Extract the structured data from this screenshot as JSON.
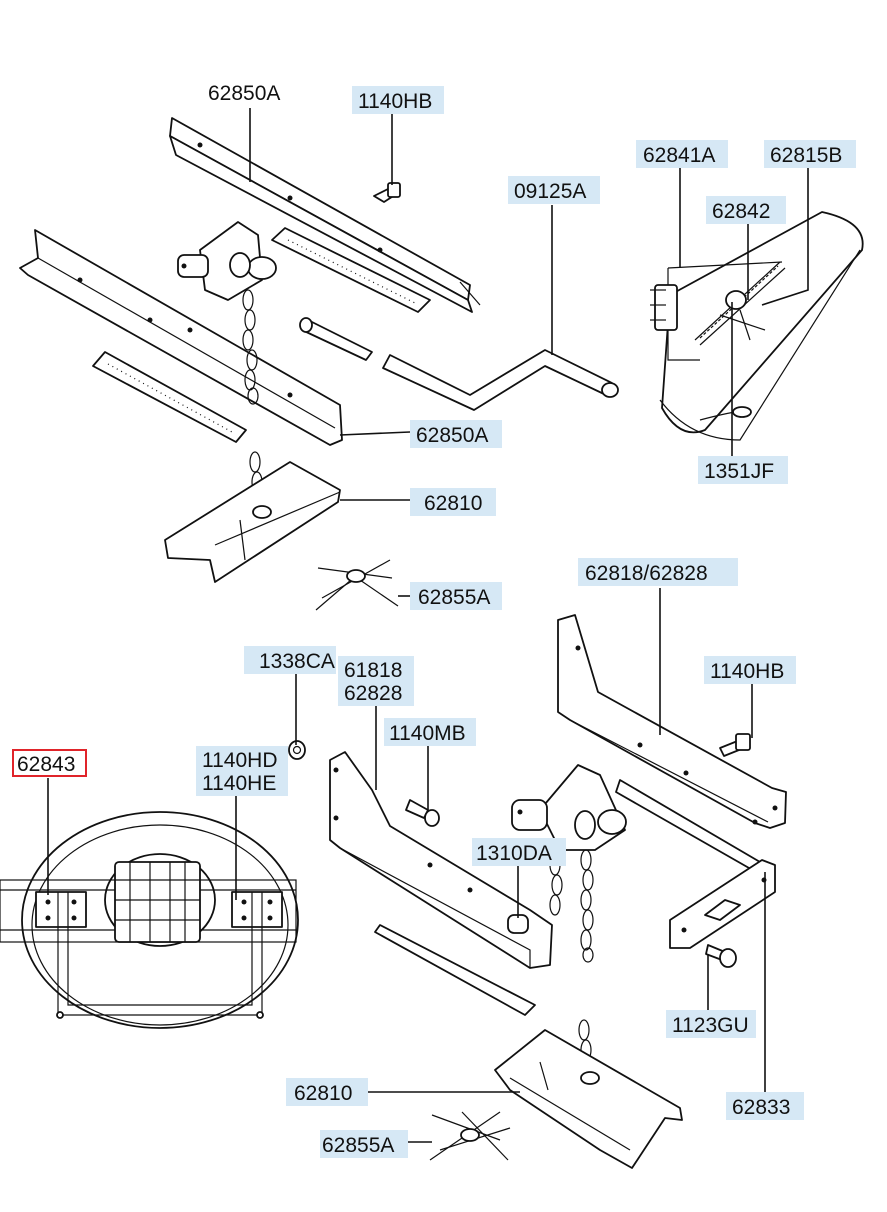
{
  "diagram": {
    "labels": {
      "p62850A_top": "62850A",
      "p1140HB_top": "1140HB",
      "p09125A": "09125A",
      "p62841A": "62841A",
      "p62815B": "62815B",
      "p62842": "62842",
      "p62850A_mid": "62850A",
      "p1351JF": "1351JF",
      "p62810_top": "62810",
      "p62855A_top": "62855A",
      "p62818_62828": "62818/62828",
      "p1338CA": "1338CA",
      "p61818": "61818",
      "p62828": "62828",
      "p1140HB_right": "1140HB",
      "p1140MB": "1140MB",
      "p62843": "62843",
      "p1140HD": "1140HD",
      "p1140HE": "1140HE",
      "p1310DA": "1310DA",
      "p1123GU": "1123GU",
      "p62810_bottom": "62810",
      "p62833": "62833",
      "p62855A_bottom": "62855A"
    },
    "selected_label": "62843",
    "colors": {
      "label_fill": "#d6e8f5",
      "selected_border": "#e0242a",
      "line": "#111111"
    }
  }
}
